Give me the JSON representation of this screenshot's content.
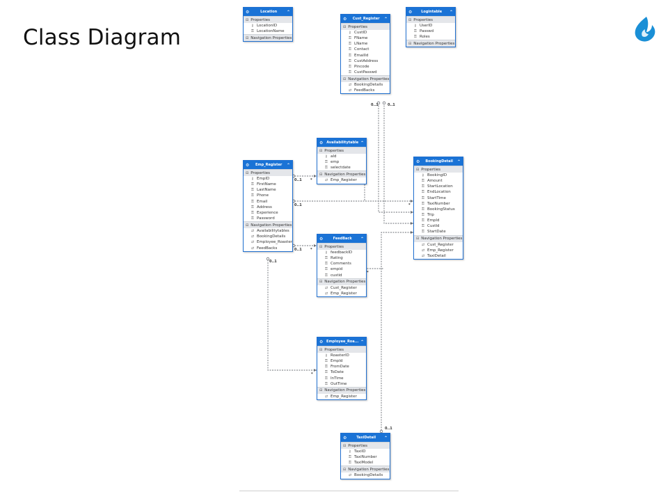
{
  "slide": {
    "title": "Class Diagram"
  },
  "logo": {
    "icon": "flame-drop-logo-icon",
    "color": "#1a8fd6"
  },
  "labels": {
    "properties": "Properties",
    "navigation": "Navigation Properties"
  },
  "entities": [
    {
      "id": "location",
      "name": "Location",
      "props": [
        "LocationID",
        "LocationName"
      ],
      "nav": []
    },
    {
      "id": "cust_register",
      "name": "Cust_Register",
      "props": [
        "CustID",
        "FName",
        "LName",
        "Contact",
        "EmailId",
        "CustAddress",
        "Pincode",
        "CustPasswd"
      ],
      "nav": [
        "BookingDetails",
        "FeedBacks"
      ]
    },
    {
      "id": "logintable",
      "name": "Logintable",
      "props": [
        "UserID",
        "Passwd",
        "Roles"
      ],
      "nav": []
    },
    {
      "id": "availabilitytable",
      "name": "Availabilitytable",
      "props": [
        "aId",
        "emp",
        "selectdate"
      ],
      "nav": [
        "Emp_Register"
      ]
    },
    {
      "id": "emp_register",
      "name": "Emp_Register",
      "props": [
        "EmpID",
        "FirstName",
        "LastName",
        "Phone",
        "Email",
        "Address",
        "Experience",
        "Password"
      ],
      "nav": [
        "Availabilitytables",
        "BookingDetails",
        "Employee_Roaster",
        "FeedBacks"
      ]
    },
    {
      "id": "bookingdetail",
      "name": "BookingDetail",
      "props": [
        "BookingID",
        "Amount",
        "StartLocation",
        "EndLocation",
        "StartTime",
        "TaxiNumber",
        "BookingStatus",
        "Trip",
        "EmpId",
        "CustId",
        "StartDate"
      ],
      "nav": [
        "Cust_Register",
        "Emp_Register",
        "TaxiDetail"
      ]
    },
    {
      "id": "feedback",
      "name": "FeedBack",
      "props": [
        "feedbackID",
        "Rating",
        "Comments",
        "empid",
        "custid"
      ],
      "nav": [
        "Cust_Register",
        "Emp_Register"
      ]
    },
    {
      "id": "employee_roaster",
      "name": "Employee_Roa...",
      "props": [
        "RoasterID",
        "EmpId",
        "FromDate",
        "ToDate",
        "InTime",
        "OutTime"
      ],
      "nav": [
        "Emp_Register"
      ]
    },
    {
      "id": "taxidetail",
      "name": "TaxiDetail",
      "props": [
        "TaxiID",
        "TaxiNumber",
        "TaxiModel"
      ],
      "nav": [
        "BookingDetails"
      ]
    }
  ],
  "multiplicities": {
    "cust_a": "0..1",
    "cust_b": "0..1",
    "emp_avail": "0..1",
    "avail_star": "*",
    "emp_booking": "0..1",
    "booking_star": "*",
    "emp_feedback": "0..1",
    "feedback_star": "*",
    "emp_roaster": "0..1",
    "roaster_star": "*",
    "taxi": "0..1",
    "feedback_cust_star": "*"
  }
}
